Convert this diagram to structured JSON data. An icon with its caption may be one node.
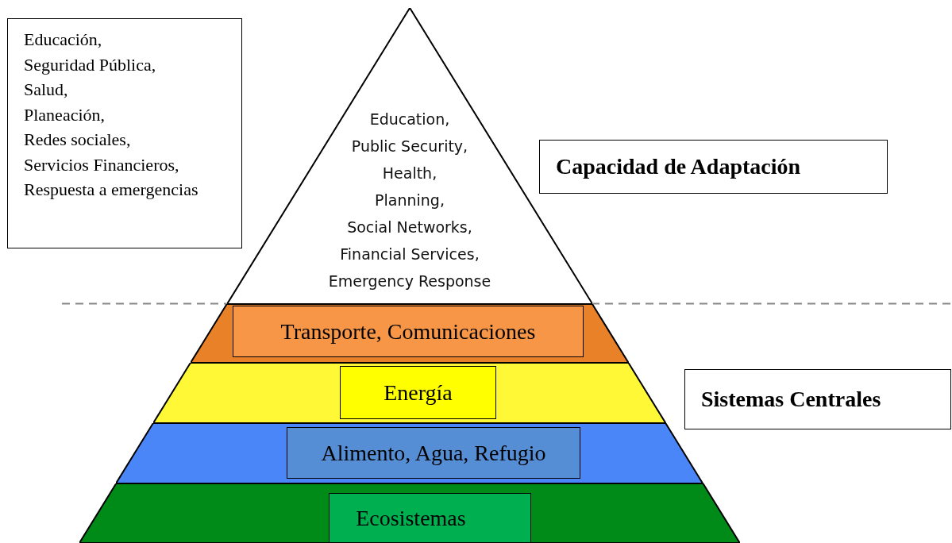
{
  "diagram": {
    "nodes": [
      {
        "text": [
          "Educación,",
          "Seguridad Pública,",
          "Salud,",
          "Planeación,",
          "Redes sociales,",
          "Servicios Financieros,",
          "Respuesta a emergencias"
        ]
      },
      {
        "text": [
          "Education,",
          "Public Security,",
          "Health,",
          "Planning,",
          "Social Networks,",
          "Financial Services,",
          "Emergency Response"
        ]
      },
      {
        "text": [
          "Capacidad de Adaptación"
        ]
      },
      {
        "text": [],
        "shape": "band"
      },
      {
        "text": [
          "Transporte, Comunicaciones"
        ],
        "in": 3
      },
      {
        "text": [],
        "shape": "band"
      },
      {
        "text": [
          "Energía"
        ],
        "in": 5
      },
      {
        "text": [],
        "shape": "band"
      },
      {
        "text": [
          "Alimento, Agua, Refugio"
        ],
        "in": 7
      },
      {
        "text": [],
        "shape": "band"
      },
      {
        "text": [
          "Ecosistemas"
        ],
        "in": 9
      },
      {
        "text": [
          "Sistemas Centrales"
        ]
      }
    ]
  }
}
